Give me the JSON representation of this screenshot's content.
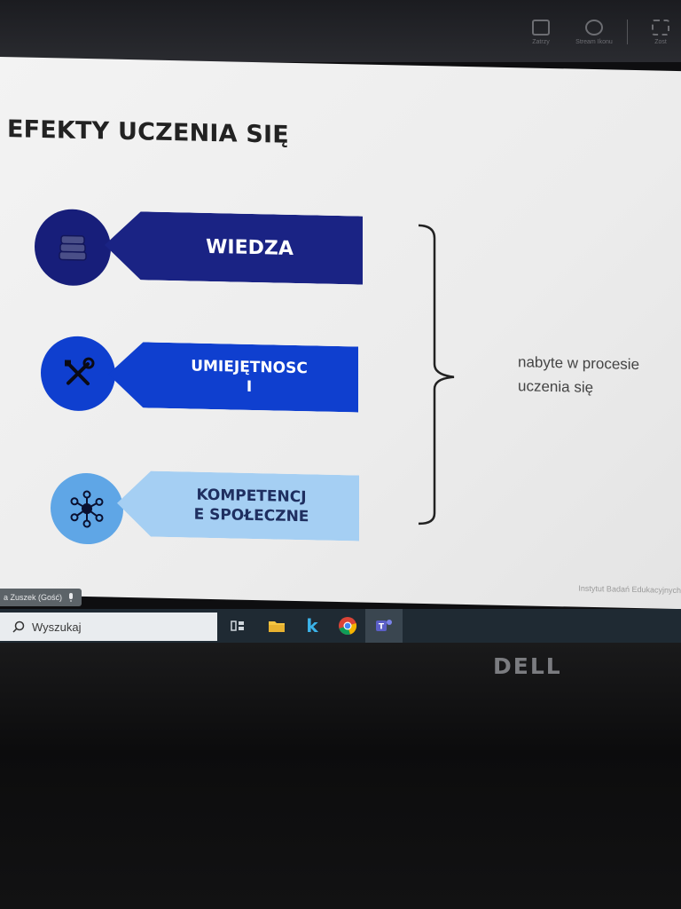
{
  "slide": {
    "title": "EFEKTY UCZENIA SIĘ",
    "items": [
      {
        "label": "WIEDZA",
        "icon": "books-icon",
        "circle_color": "#171e7a",
        "banner_color": "#1a2384"
      },
      {
        "label": "UMIEJĘTNOŚC I",
        "label_line1": "UMIEJĘTNOSC",
        "label_line2": "I",
        "icon": "tools-icon",
        "circle_color": "#0f3fcf",
        "banner_color": "#0f3fcf"
      },
      {
        "label_line1": "KOMPETENCJ",
        "label_line2": "E SPOŁECZNE",
        "icon": "network-icon",
        "circle_color": "#5fa6e6",
        "banner_color": "#a5cff3"
      }
    ],
    "side_note_line1": "nabyte w procesie",
    "side_note_line2": "uczenia się",
    "footer": "Instytut Badań Edukacyjnych"
  },
  "participant": {
    "name": "a Zuszek (Gość)"
  },
  "taskbar": {
    "search_placeholder": "Wyszukaj"
  },
  "top_tools": {
    "tool1": "Zatrzy",
    "tool2": "Stream Ikonu",
    "tool3": "Zost"
  },
  "bezel": {
    "logo": "DELL"
  },
  "colors": {
    "dark_blue": "#1a2384",
    "mid_blue": "#0f3fcf",
    "light_blue": "#a5cff3",
    "taskbar": "#1f2a33"
  }
}
